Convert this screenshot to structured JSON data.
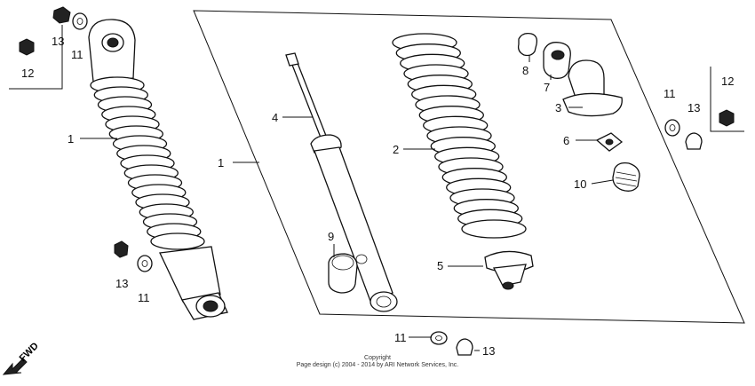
{
  "callouts": {
    "top_left_13": "13",
    "top_left_11": "11",
    "top_left_12": "12",
    "left_1": "1",
    "bottom_left_13": "13",
    "bottom_left_11": "11",
    "frame_1": "1",
    "frame_4": "4",
    "frame_2": "2",
    "frame_8": "8",
    "frame_7": "7",
    "frame_3": "3",
    "frame_6": "6",
    "frame_10": "10",
    "frame_9": "9",
    "frame_5": "5",
    "right_11": "11",
    "right_13": "13",
    "right_12": "12",
    "bottom_11": "11",
    "bottom_13": "13"
  },
  "copyright": {
    "line1": "Copyright",
    "line2": "Page design (c) 2004 - 2014 by ARI Network Services, Inc."
  },
  "fwd_label": "FWD"
}
